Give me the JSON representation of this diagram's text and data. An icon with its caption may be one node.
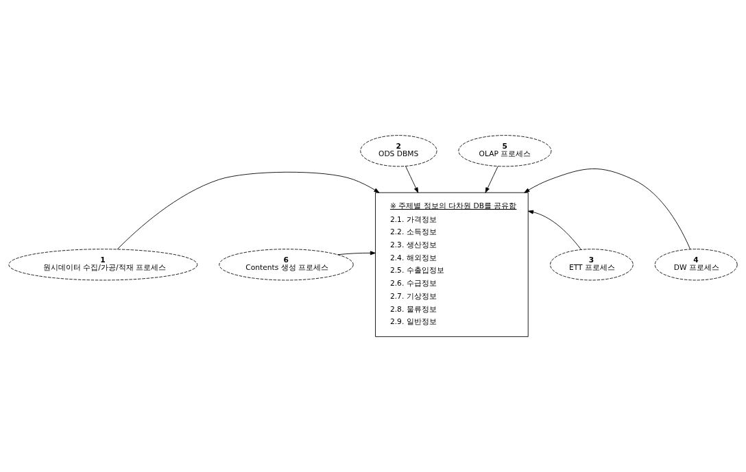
{
  "diagram": {
    "nodes": [
      {
        "text": [
          "2",
          "ODS DBMS"
        ]
      },
      {
        "text": [
          "1",
          "원시데이터 수집/가공/적재 프로세스"
        ]
      },
      {
        "text": [
          "※ 주제별 정보의 다차원 DB를 공유함",
          "2.1. 가격정보",
          "2.2. 소득정보",
          "2.3. 생산정보",
          "2.4. 해외정보",
          "2.5. 수출입정보",
          "2.6. 수급정보",
          "2.7. 기상정보",
          "2.8. 물류정보",
          "2.9. 일반정보"
        ]
      },
      {
        "text": [
          "3",
          "ETT 프로세스"
        ]
      },
      {
        "text": [
          "6",
          "Contents 생성 프로세스"
        ]
      },
      {
        "text": [
          "4",
          "DW 프로세스"
        ]
      },
      {
        "text": [
          "5",
          "OLAP 프로세스"
        ]
      }
    ],
    "edges": [
      {
        "from": 0,
        "to": 2,
        "arrow": "to"
      },
      {
        "from": 1,
        "to": 2,
        "arrow": "to"
      },
      {
        "from": 3,
        "to": 2,
        "arrow": "to"
      },
      {
        "from": 5,
        "to": 2,
        "arrow": "to"
      },
      {
        "from": 4,
        "to": 2,
        "arrow": "to"
      },
      {
        "from": 6,
        "to": 2,
        "arrow": "to"
      }
    ]
  }
}
